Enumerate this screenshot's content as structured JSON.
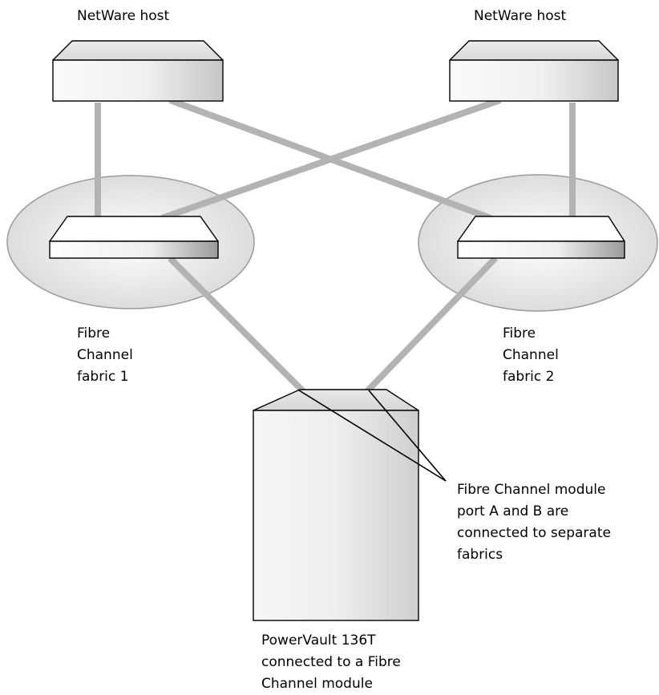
{
  "hosts": [
    {
      "label": "NetWare host"
    },
    {
      "label": "NetWare host"
    }
  ],
  "fabrics": [
    {
      "label_lines": [
        "Fibre",
        "Channel",
        "fabric 1"
      ]
    },
    {
      "label_lines": [
        "Fibre",
        "Channel",
        "fabric 2"
      ]
    }
  ],
  "callout": {
    "lines": [
      "Fibre Channel module",
      "port A and B are",
      "connected to separate",
      "fabrics"
    ]
  },
  "storage": {
    "label_lines": [
      "PowerVault 136T",
      "connected to a Fibre",
      "Channel module"
    ]
  },
  "colors": {
    "cable": "#b3b3b3",
    "fabric_ellipse": "#dcdcdc",
    "outline": "#000000",
    "background": "#ffffff"
  }
}
